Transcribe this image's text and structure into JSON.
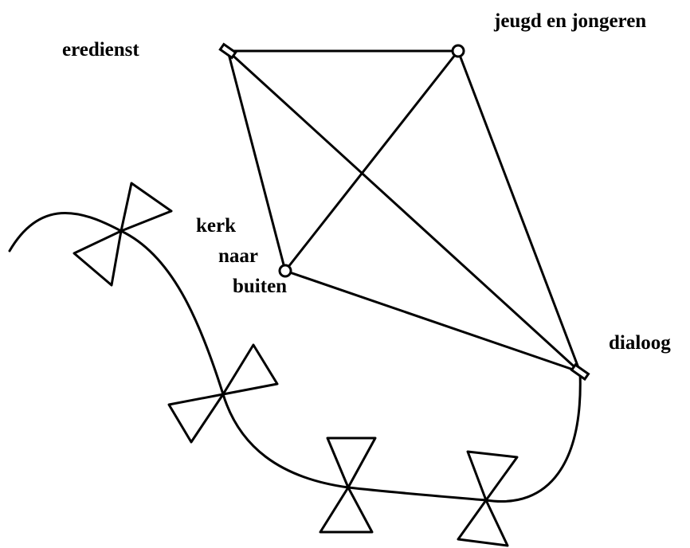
{
  "labels": {
    "erediens": "eredienst",
    "jeugd": "jeugd en jongeren",
    "kerk_line1": "kerk",
    "kerk_line2": "naar",
    "kerk_line3": "buiten",
    "dialoog": "dialoog"
  },
  "colors": {
    "stroke": "#000000",
    "background": "#ffffff"
  }
}
